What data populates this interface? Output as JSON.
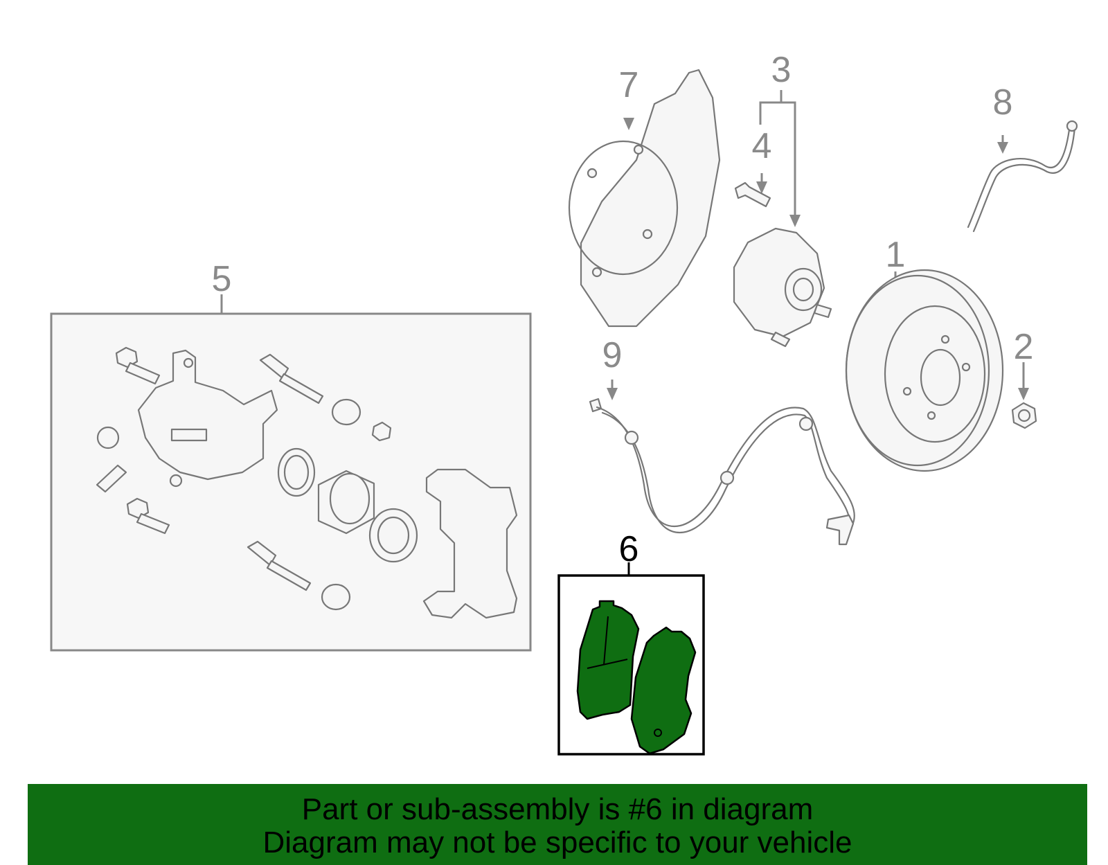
{
  "callouts": {
    "c1": "1",
    "c2": "2",
    "c3": "3",
    "c4": "4",
    "c5": "5",
    "c6": "6",
    "c7": "7",
    "c8": "8",
    "c9": "9"
  },
  "highlight": {
    "part_number": "6",
    "fill_color": "#0f6e12"
  },
  "banner": {
    "line1": "Part or sub-assembly is #6 in diagram",
    "line2": "Diagram may not be specific to your vehicle",
    "color": "#0f6e12"
  }
}
